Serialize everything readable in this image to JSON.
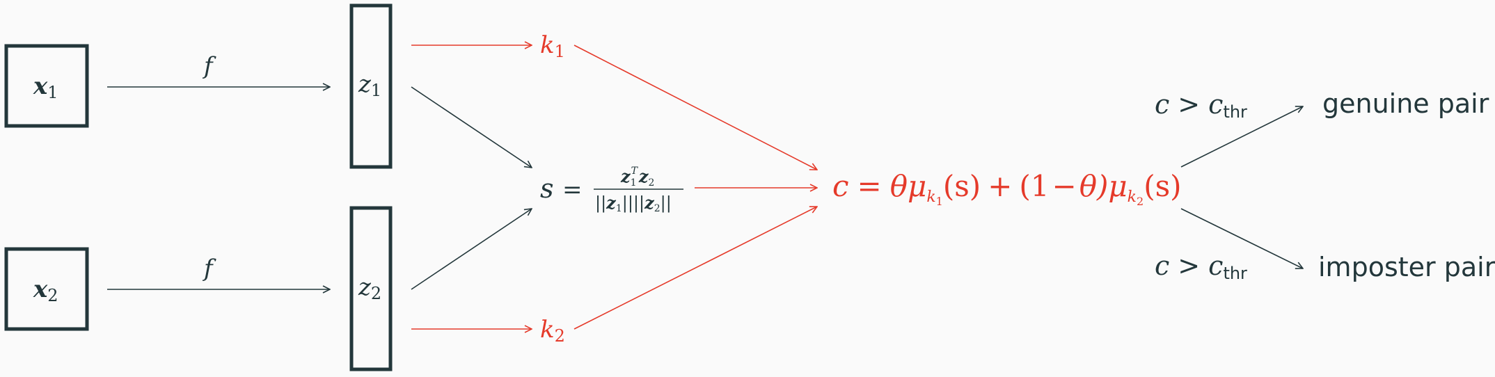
{
  "inputs": {
    "x1_base": "x",
    "x1_sub": "1",
    "x2_base": "x",
    "x2_sub": "2"
  },
  "maps": {
    "f_top": "f",
    "f_bottom": "f"
  },
  "embeddings": {
    "z1_base": "z",
    "z1_sub": "1",
    "z2_base": "z",
    "z2_sub": "2"
  },
  "keys": {
    "k1_base": "k",
    "k1_sub": "1",
    "k2_base": "k",
    "k2_sub": "2"
  },
  "similarity": {
    "lhs": "s",
    "eq": "=",
    "num_z1": "z",
    "num_z1_sub": "1",
    "num_z1_sup": "T",
    "num_z2": "z",
    "num_z2_sub": "2",
    "den_bars_open": "||",
    "den_z1": "z",
    "den_z1_sub": "1",
    "den_bars_mid": "||||",
    "den_z2": "z",
    "den_z2_sub": "2",
    "den_bars_close": "||"
  },
  "confidence": {
    "lhs": "c",
    "eq": "=",
    "theta": "θ",
    "mu": "μ",
    "k_base": "k",
    "k1_sub": "1",
    "k2_sub": "2",
    "arg": "(s)",
    "plus": "+",
    "one_minus_open": "(1",
    "minus": "−",
    "theta_close": "θ)"
  },
  "decisions": {
    "cond_top_c": "c",
    "cond_top_op": ">",
    "cond_top_thr_c": "c",
    "cond_top_thr_sub": "thr",
    "genuine_label": "genuine pair",
    "cond_bottom_c": "c",
    "cond_bottom_op": ">",
    "cond_bottom_thr_c": "c",
    "cond_bottom_thr_sub": "thr",
    "imposter_label": "imposter pair"
  },
  "colors": {
    "dark": "#23373b",
    "accent": "#e53a2a",
    "background": "#fafafa"
  }
}
